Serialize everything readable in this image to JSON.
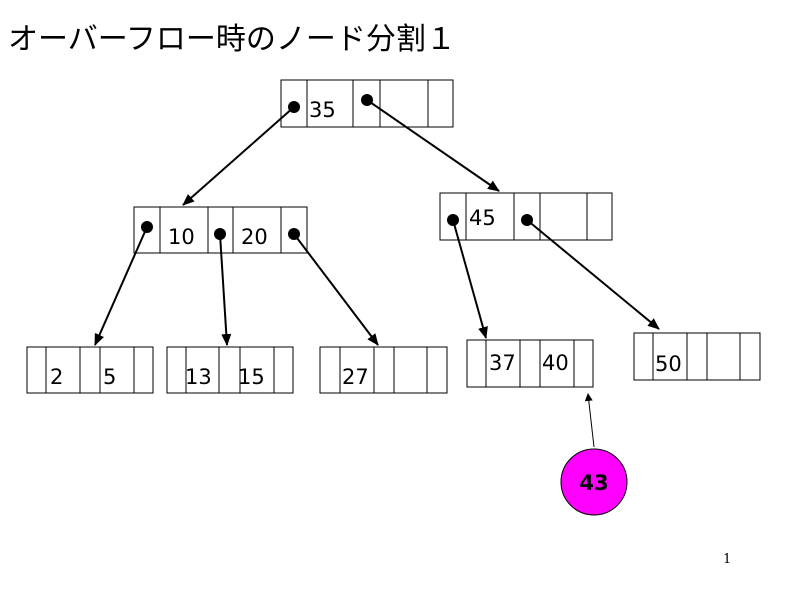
{
  "title": "オーバーフロー時のノード分割１",
  "page_number": "1",
  "nodes": {
    "root": {
      "keys": [
        "35"
      ]
    },
    "mid_left": {
      "keys": [
        "10",
        "20"
      ]
    },
    "mid_right": {
      "keys": [
        "45"
      ]
    },
    "leaf_1": {
      "keys": [
        "2",
        "5"
      ]
    },
    "leaf_2": {
      "keys": [
        "13",
        "15"
      ]
    },
    "leaf_3": {
      "keys": [
        "27"
      ]
    },
    "leaf_4": {
      "keys": [
        "37",
        "40"
      ]
    },
    "leaf_5": {
      "keys": [
        "50"
      ]
    }
  },
  "insert": {
    "value": "43",
    "color": "#ff00ff"
  }
}
